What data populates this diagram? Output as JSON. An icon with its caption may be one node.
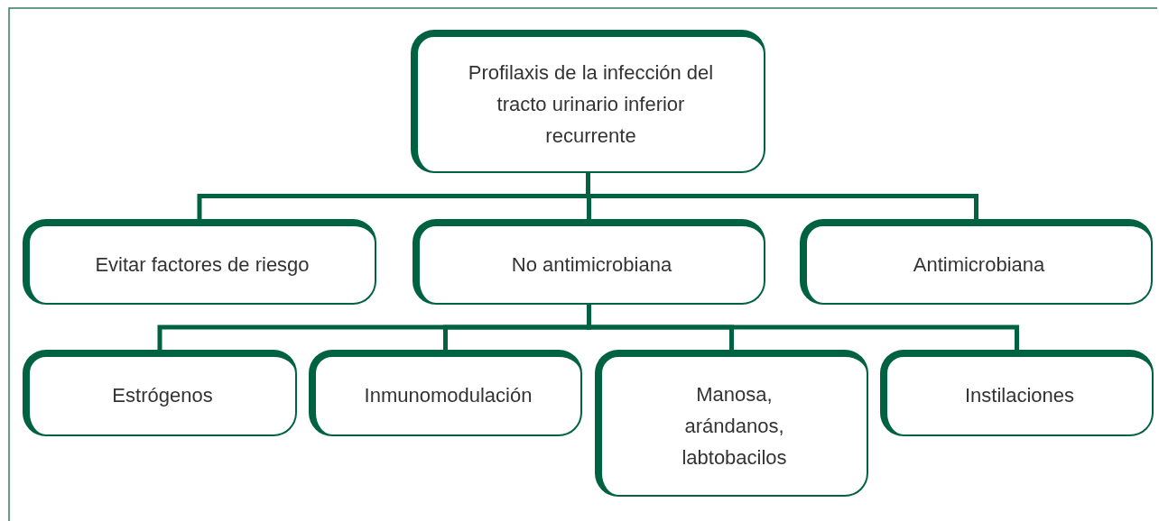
{
  "diagram": {
    "nodes": [
      {
        "text": [
          "Profilaxis de la infección del tracto urinario inferior recurrente"
        ]
      },
      {
        "text": [
          "Evitar factores de riesgo"
        ]
      },
      {
        "text": [
          "No antimicrobiana"
        ]
      },
      {
        "text": [
          "Antimicrobiana"
        ]
      },
      {
        "text": [
          "Estrógenos"
        ]
      },
      {
        "text": [
          "Inmunomodulación"
        ]
      },
      {
        "text": [
          "Manosa, arándanos, labtobacilos"
        ]
      },
      {
        "text": [
          "Instilaciones"
        ]
      }
    ],
    "edges": [
      {
        "from": 0,
        "to": 1,
        "arrow": "none"
      },
      {
        "from": 0,
        "to": 2,
        "arrow": "none"
      },
      {
        "from": 0,
        "to": 3,
        "arrow": "none"
      },
      {
        "from": 2,
        "to": 4,
        "arrow": "none"
      },
      {
        "from": 2,
        "to": 5,
        "arrow": "none"
      },
      {
        "from": 2,
        "to": 6,
        "arrow": "none"
      },
      {
        "from": 2,
        "to": 7,
        "arrow": "none"
      }
    ]
  }
}
